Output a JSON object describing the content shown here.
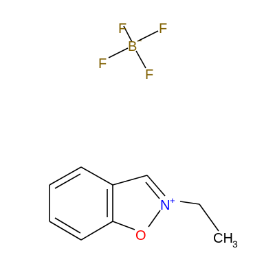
{
  "colors": {
    "bond": "#000000",
    "fluorine": "#806000",
    "boron": "#806000",
    "nitrogen": "#0000ff",
    "oxygen": "#ff0000",
    "carbon": "#000000"
  },
  "atoms": {
    "f_top": "F",
    "f_right": "F",
    "f_left": "F",
    "f_bottom": "F",
    "boron": "B",
    "boron_charge": "−",
    "nitrogen": "N",
    "nitrogen_charge": "+",
    "oxygen": "O",
    "methyl_c": "CH",
    "methyl_sub": "3"
  }
}
